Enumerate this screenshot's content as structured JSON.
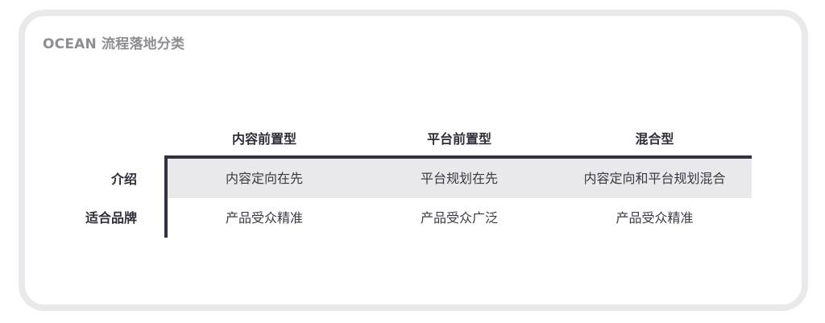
{
  "card": {
    "title": "OCEAN 流程落地分类"
  },
  "table": {
    "columns": [
      "内容前置型",
      "平台前置型",
      "混合型"
    ],
    "rows": [
      {
        "label": "介绍",
        "cells": [
          "内容定向在先",
          "平台规划在先",
          "内容定向和平台规划混合"
        ]
      },
      {
        "label": "适合品牌",
        "cells": [
          "产品受众精准",
          "产品受众广泛",
          "产品受众精准"
        ]
      }
    ]
  },
  "colors": {
    "card_border": "#e9e9eb",
    "title_text": "#8e8d94",
    "header_text": "#2e2e38",
    "axis_line": "#33333f",
    "highlight_row_bg": "#e9e9ec",
    "cell_text": "#3a3a44"
  }
}
